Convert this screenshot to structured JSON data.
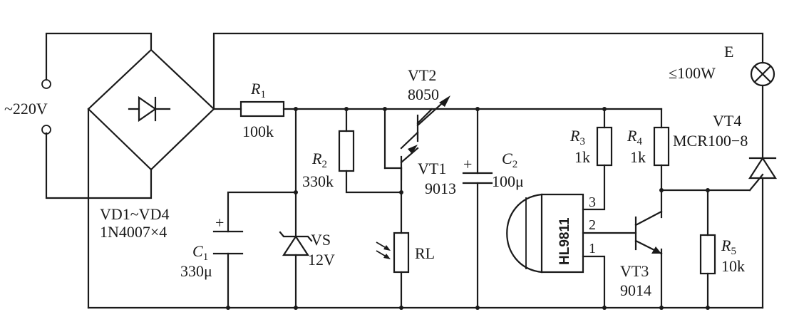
{
  "labels": {
    "ac_source": "~220V",
    "bridge_name": "VD1~VD4",
    "bridge_part": "1N4007×4",
    "r1": "R",
    "r1_sub": "1",
    "r1_val": "100k",
    "r2": "R",
    "r2_sub": "2",
    "r2_val": "330k",
    "r3": "R",
    "r3_sub": "3",
    "r3_val": "1k",
    "r4": "R",
    "r4_sub": "4",
    "r4_val": "1k",
    "r5": "R",
    "r5_sub": "5",
    "r5_val": "10k",
    "c1": "C",
    "c1_sub": "1",
    "c1_val": "330μ",
    "c2": "C",
    "c2_sub": "2",
    "c2_val": "100μ",
    "plus": "+",
    "vs": "VS",
    "vs_val": "12V",
    "vt1": "VT1",
    "vt1_part": "9013",
    "vt2": "VT2",
    "vt2_part": "8050",
    "vt3": "VT3",
    "vt3_part": "9014",
    "vt4": "VT4",
    "vt4_part": "MCR100−8",
    "rl": "RL",
    "ic": "HL9811",
    "pin1": "1",
    "pin2": "2",
    "pin3": "3",
    "lamp": "E",
    "lamp_val": "≤100W"
  }
}
